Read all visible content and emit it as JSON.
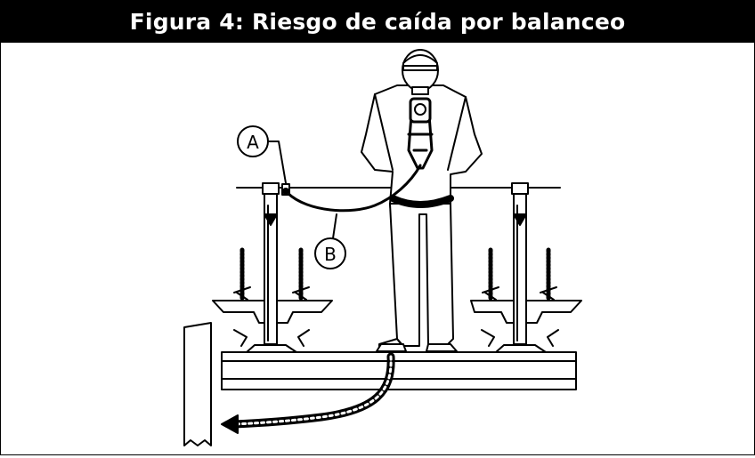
{
  "figure": {
    "title": "Figura 4: Riesgo de caída por balanceo",
    "callouts": [
      {
        "label": "A"
      },
      {
        "label": "B"
      }
    ]
  }
}
